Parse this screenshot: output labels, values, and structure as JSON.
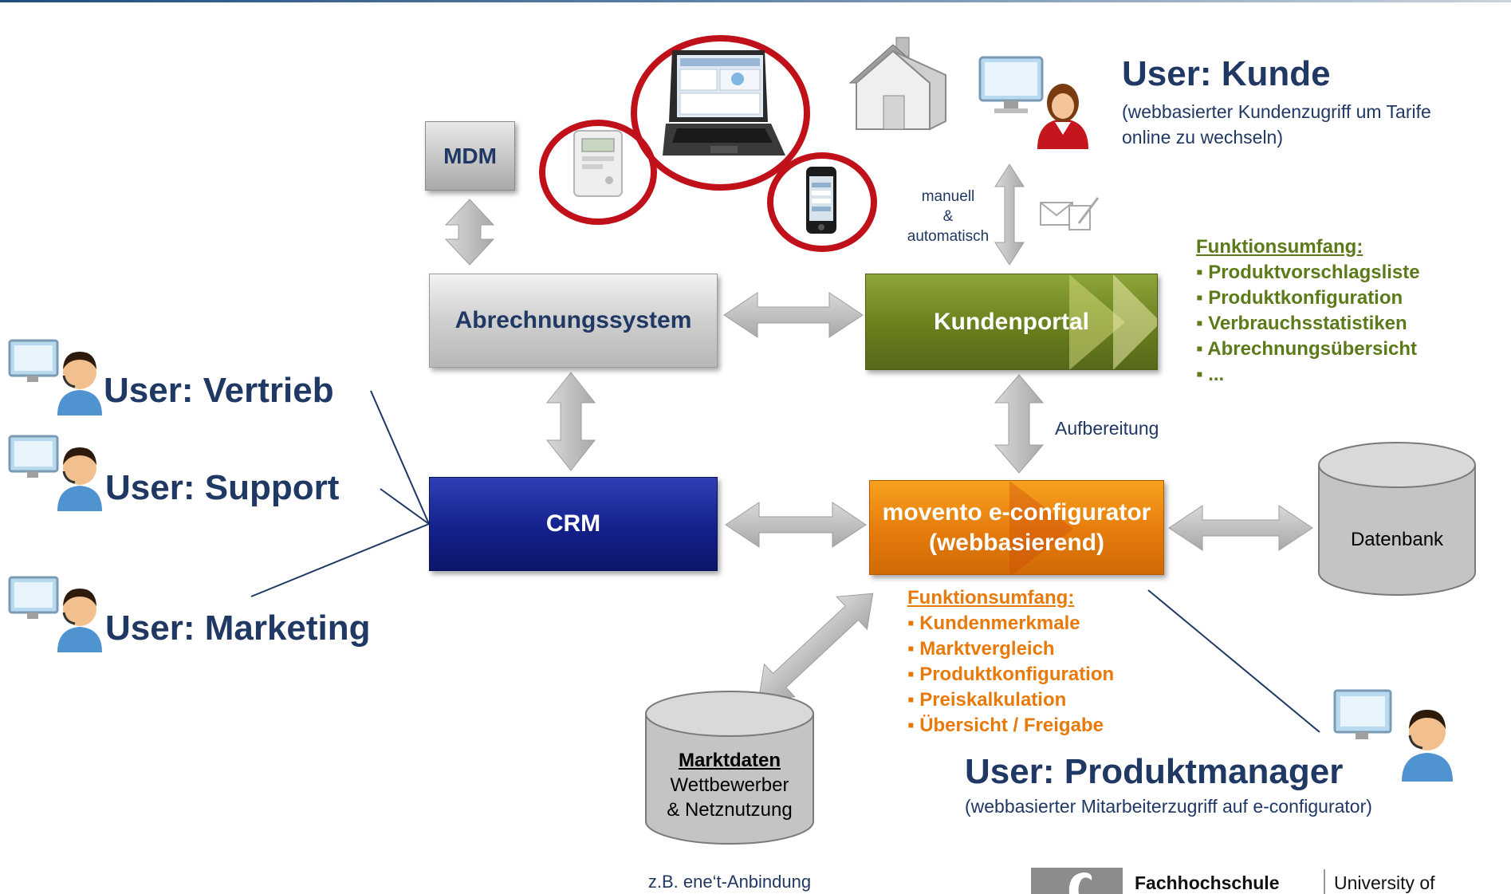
{
  "systems": {
    "mdm": "MDM",
    "abrechnung": "Abrechnungssystem",
    "kundenportal": "Kundenportal",
    "crm": "CRM",
    "movento_line1": "movento e-configurator",
    "movento_line2": "(webbasierend)"
  },
  "databases": {
    "datenbank": "Datenbank",
    "marktdaten_title": "Marktdaten",
    "marktdaten_line1": "Wettbewerber",
    "marktdaten_line2": "& Netznutzung",
    "marktdaten_note": "z.B. ene‘t-Anbindung"
  },
  "connectors": {
    "manuell": "manuell",
    "amp": "&",
    "automatisch": "automatisch",
    "aufbereitung": "Aufbereitung"
  },
  "users": {
    "kunde": {
      "title": "User: Kunde",
      "desc_line1": "(webbasierter Kundenzugriff um Tarife",
      "desc_line2": "online zu wechseln)"
    },
    "vertrieb": "User: Vertrieb",
    "support": "User: Support",
    "marketing": "User: Marketing",
    "produktmanager": {
      "title": "User: Produktmanager",
      "desc": "(webbasierter Mitarbeiterzugriff auf e-configurator)"
    }
  },
  "kundenportal_features": {
    "title": "Funktionsumfang:",
    "items": [
      "Produktvorschlagsliste",
      "Produktkonfiguration",
      "Verbrauchsstatistiken",
      "Abrechnungsübersicht",
      "..."
    ],
    "color": "#5c7a1a"
  },
  "movento_features": {
    "title": "Funktionsumfang:",
    "items": [
      "Kundenmerkmale",
      "Marktvergleich",
      "Produktkonfiguration",
      "Preiskalkulation",
      "Übersicht / Freigabe"
    ],
    "color": "#e87a0c"
  },
  "footer": {
    "logo_text1": "Fachhochschule",
    "logo_text2": "University of"
  },
  "icons": [
    "house-icon",
    "monitor-icon",
    "person-icon",
    "envelope-icon",
    "laptop-icon",
    "smart-meter-icon",
    "smartphone-icon",
    "headset-agent-icon",
    "logo-icon"
  ],
  "colors": {
    "dark_blue": "#1f3864",
    "highlight_red": "#c0111a",
    "arrow_gray": "#b5b5b5"
  }
}
